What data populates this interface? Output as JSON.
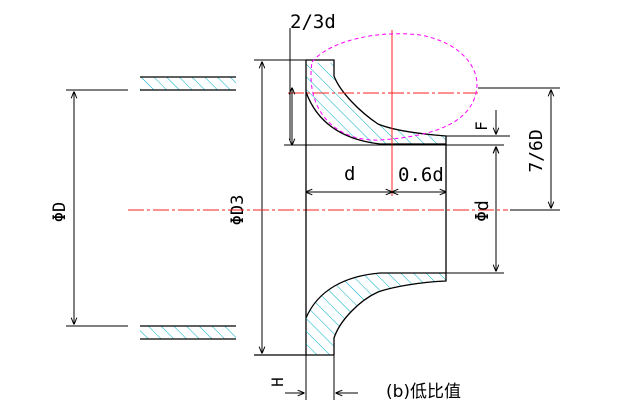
{
  "labels": {
    "two_thirds_d": "2/3d",
    "phi_D": "ΦD",
    "phi_D3": "ΦD3",
    "d": "d",
    "point_six_d": "0.6d",
    "phi_d": "Φd",
    "seven_sixth_D": "7/6D",
    "F": "F",
    "H": "H",
    "caption": "(b)低比值"
  },
  "colors": {
    "outline": "#000000",
    "centerline": "#ff2020",
    "hatch": "#00b0c8",
    "construction_oval": "#ff00ff"
  }
}
